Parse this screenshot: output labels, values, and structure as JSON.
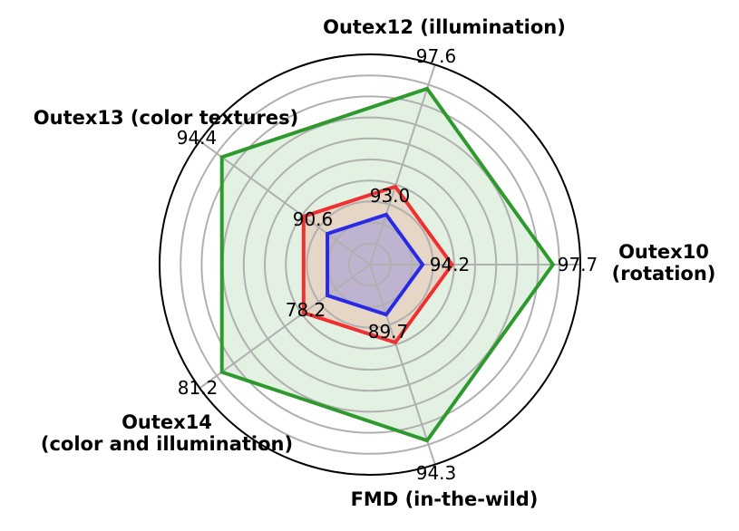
{
  "chart_data": {
    "type": "radar",
    "axes": [
      {
        "lines": [
          "Outex10",
          "(rotation)"
        ]
      },
      {
        "lines": [
          "Outex12 (illumination)"
        ]
      },
      {
        "lines": [
          "Outex13 (color textures)"
        ]
      },
      {
        "lines": [
          "Outex14",
          "(color and illumination)"
        ]
      },
      {
        "lines": [
          "FMD (in-the-wild)"
        ]
      }
    ],
    "value_labels": [
      {
        "axis": 0,
        "text": "97.7"
      },
      {
        "axis": 1,
        "text": "97.6"
      },
      {
        "axis": 2,
        "text": "94.4"
      },
      {
        "axis": 3,
        "text": "81.2"
      },
      {
        "axis": 4,
        "text": "94.3"
      },
      {
        "axis": 0,
        "text": "94.2"
      },
      {
        "axis": 1,
        "text": "93.0"
      },
      {
        "axis": 2,
        "text": "90.6"
      },
      {
        "axis": 3,
        "text": "78.2"
      },
      {
        "axis": 4,
        "text": "89.7"
      }
    ],
    "rlim": [
      0,
      1
    ],
    "rings": [
      0.1,
      0.2,
      0.3,
      0.4,
      0.5,
      0.6,
      0.7,
      0.8,
      0.9
    ],
    "series": [
      {
        "color": "#2e9a2e",
        "fill": "#e3f1e3",
        "values": [
          0.87,
          0.88,
          0.87,
          0.87,
          0.88
        ]
      },
      {
        "color": "#f03030",
        "fill": "rgba(240,120,90,0.22)",
        "values": [
          0.39,
          0.39,
          0.39,
          0.39,
          0.39
        ]
      },
      {
        "color": "#2a2ae6",
        "fill": "rgba(110,110,230,0.32)",
        "values": [
          0.25,
          0.25,
          0.25,
          0.25,
          0.25
        ]
      }
    ],
    "grid": true
  }
}
